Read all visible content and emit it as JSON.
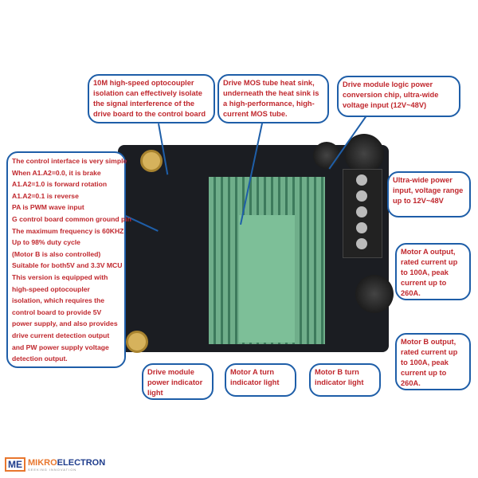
{
  "callouts": {
    "optocoupler": "10M high-speed optocoupler isolation can effectively isolate the signal interference of the drive board to the control board",
    "heat_sink": "Drive MOS tube heat sink, underneath the heat sink is a high-performance, high-current MOS tube.",
    "logic_power": "Drive module logic power conversion chip, ultra-wide voltage input (12V~48V)",
    "power_input": "Ultra-wide power input, voltage range up to 12V~48V",
    "motor_a_output": "Motor A output, rated current up to 100A, peak current up to 260A.",
    "motor_b_output": "Motor B output, rated current up to 100A, peak current up to 260A.",
    "drive_indicator": "Drive module power indicator light",
    "motor_a_light": "Motor A turn indicator light",
    "motor_b_light": "Motor B turn indicator light",
    "control_interface": [
      "The control interface is very simple",
      "When A1.A2=0.0, it is brake",
      "A1.A2=1.0 is forward rotation",
      "A1.A2=0.1 is reverse",
      "PA is PWM wave input",
      "G control board common ground pin",
      "The maximum frequency is 60KHZ",
      "Up to 98% duty cycle",
      "(Motor B is also controlled)",
      "Suitable for both5V and 3.3V MCU",
      "This version is equipped with",
      "high-speed optocoupler",
      "isolation, which requires the",
      "control board to provide 5V",
      "power supply, and also provides",
      "drive current detection output",
      "and PW power supply voltage",
      "detection output."
    ]
  },
  "logo": {
    "badge": "ME",
    "name_a": "MIKRO",
    "name_b": "ELECTRON",
    "tagline": "SEEKING INNOVATION"
  }
}
